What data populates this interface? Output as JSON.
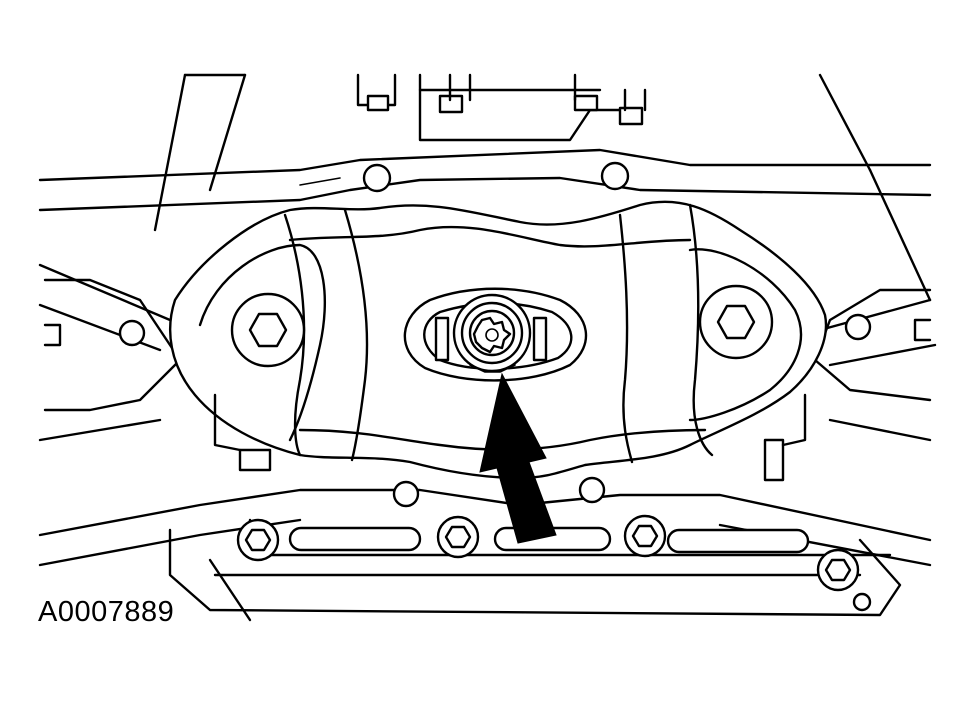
{
  "figure": {
    "id_label": "A0007889"
  },
  "callout": {
    "arrow_icon": "up-left-arrow",
    "target": "center-mount-bolt"
  },
  "colors": {
    "line": "#000000",
    "background": "#ffffff"
  }
}
